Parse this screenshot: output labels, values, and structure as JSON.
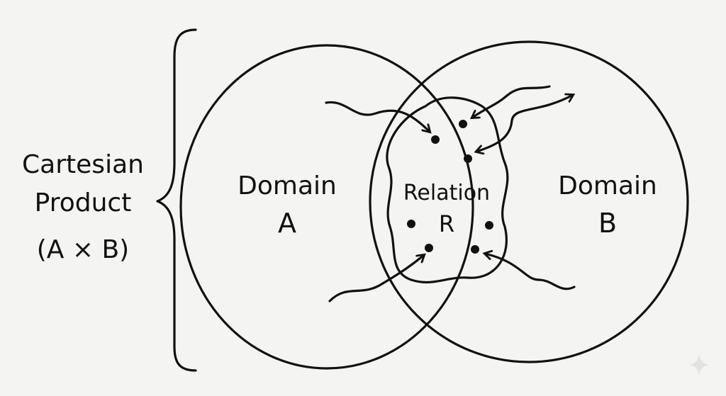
{
  "set_label": {
    "line1": "Cartesian",
    "line2": "Product",
    "line3": "(A × B)"
  },
  "domain_a": {
    "line1": "Domain",
    "line2": "A"
  },
  "domain_b": {
    "line1": "Domain",
    "line2": "B"
  },
  "relation": {
    "line1": "Relation",
    "line2": "R"
  },
  "icons": {
    "corner": "sparkle-icon"
  },
  "colors": {
    "ink": "#111111",
    "paper": "#f4f4f2"
  }
}
